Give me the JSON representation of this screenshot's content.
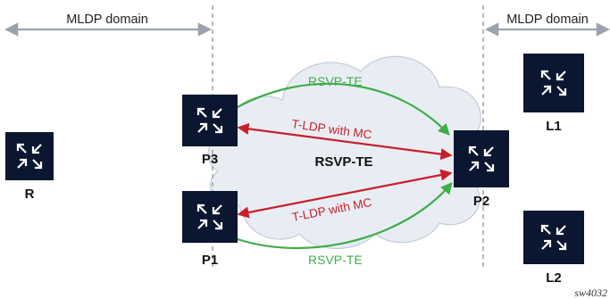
{
  "domains": {
    "left": "MLDP domain",
    "right": "MLDP domain"
  },
  "cloud": {
    "label": "RSVP-TE"
  },
  "nodes": {
    "R": "R",
    "P3": "P3",
    "P1": "P1",
    "P2": "P2",
    "L1": "L1",
    "L2": "L2"
  },
  "links": {
    "rsvp_top": "RSVP-TE",
    "rsvp_bottom": "RSVP-TE",
    "tldp_top": "T-LDP with MC",
    "tldp_bottom": "T-LDP with MC"
  },
  "footnote": "sw4032",
  "colors": {
    "node_fill": "#0b1631",
    "cloud_fill": "#e8edf3",
    "cloud_stroke": "#c4ccd6",
    "green": "#3fae49",
    "red": "#c8202b",
    "domain_arrow": "#9aa3ad",
    "divider": "#9aa3ad"
  },
  "icons": {
    "router": "router-icon"
  }
}
